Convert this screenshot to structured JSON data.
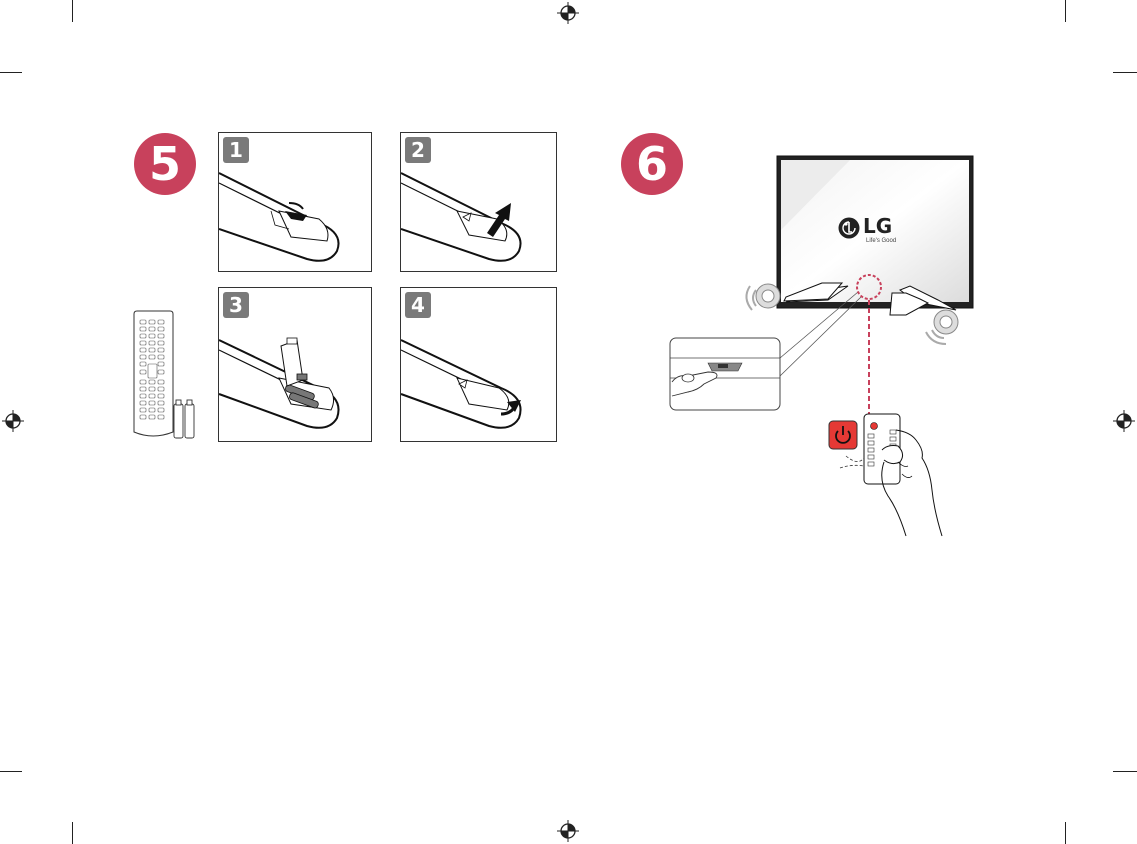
{
  "steps": {
    "step5": {
      "number": "5"
    },
    "step6": {
      "number": "6"
    }
  },
  "panels": [
    {
      "badge": "1"
    },
    {
      "badge": "2"
    },
    {
      "badge": "3"
    },
    {
      "badge": "4"
    }
  ],
  "tv": {
    "brand": "LG",
    "slogan": "Life's Good"
  },
  "colors": {
    "step_circle": "#c8415c",
    "badge": "#7a7a7a",
    "power_button": "#e53935",
    "dashed_line": "#c8415c"
  },
  "icons": {
    "registration_mark": "registration-mark-icon",
    "power": "power-icon",
    "speaker": "speaker-icon"
  }
}
